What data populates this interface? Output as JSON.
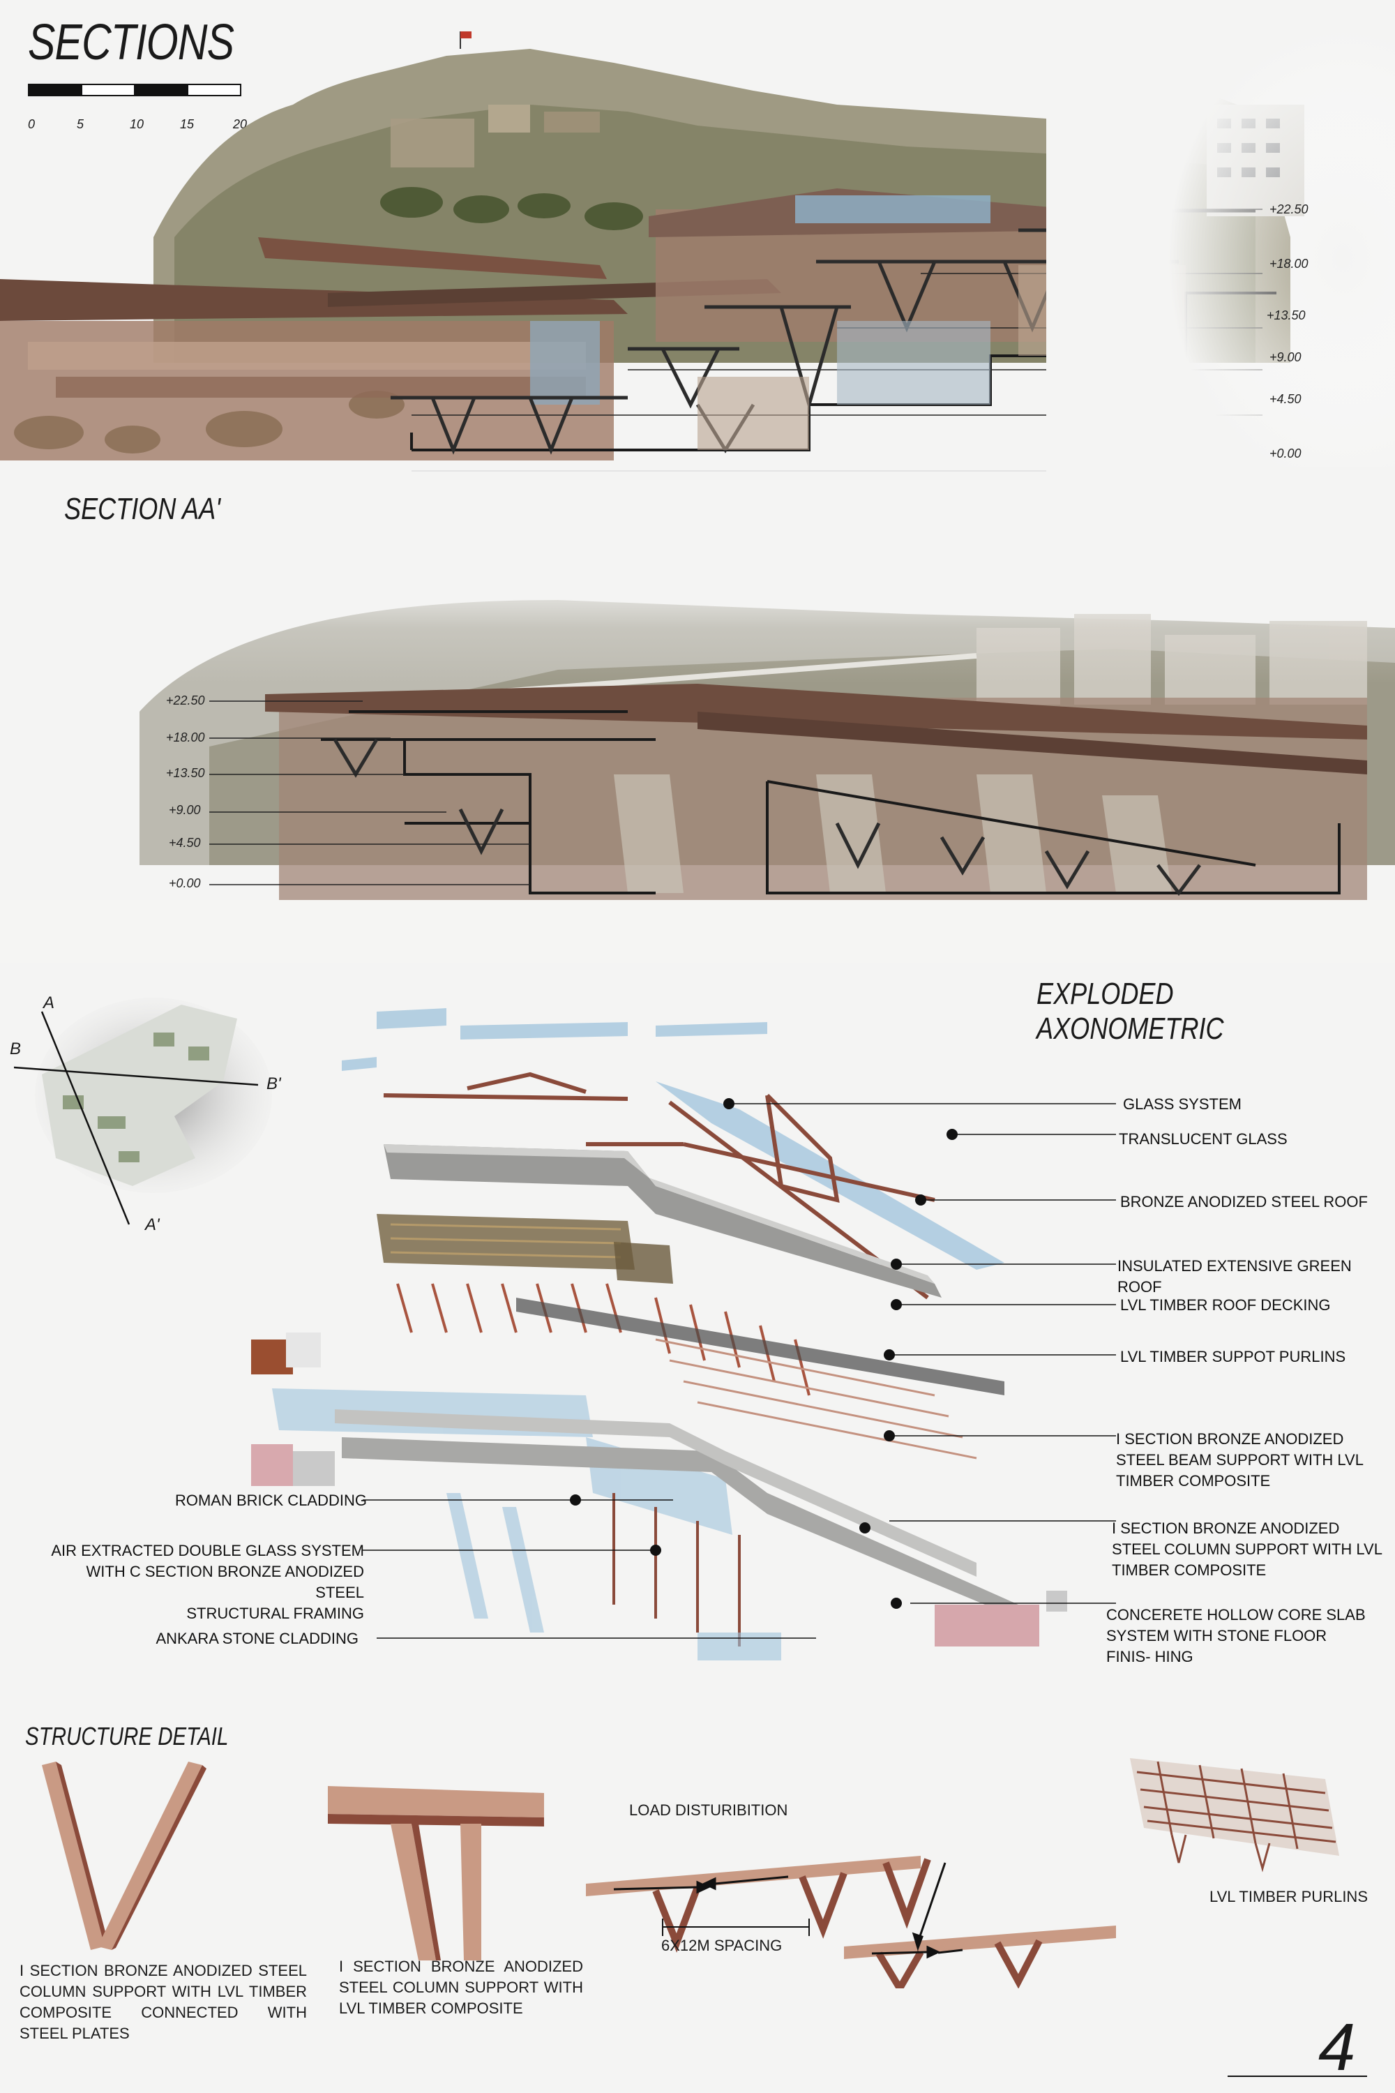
{
  "header": {
    "title": "SECTIONS",
    "scale_ticks": [
      "0",
      "5",
      "10",
      "15",
      "20"
    ]
  },
  "section_aa": {
    "title": "SECTION AA'",
    "levels": [
      "+22.50",
      "+18.00",
      "+13.50",
      "+9.00",
      "+4.50",
      "+0.00"
    ]
  },
  "section_bb": {
    "levels": [
      "+22.50",
      "+18.00",
      "+13.50",
      "+9.00",
      "+4.50",
      "+0.00"
    ]
  },
  "key_plan": {
    "labels": [
      "A",
      "B",
      "B'",
      "A'"
    ]
  },
  "exploded": {
    "title": "EXPLODED AXONOMETRIC",
    "right_callouts": [
      "GLASS SYSTEM",
      "TRANSLUCENT GLASS",
      "BRONZE ANODIZED STEEL ROOF",
      "INSULATED EXTENSIVE GREEN ROOF",
      "LVL TIMBER ROOF DECKING",
      "LVL TIMBER SUPPOT PURLINS",
      "I SECTION BRONZE ANODIZED STEEL BEAM SUPPORT WITH LVL TIMBER COMPOSITE",
      "I SECTION BRONZE ANODIZED STEEL COLUMN SUPPORT WITH LVL TIMBER COMPOSITE",
      "CONCERETE HOLLOW CORE SLAB SYSTEM WITH STONE FLOOR FINIS- HING"
    ],
    "left_callouts": [
      "ROMAN BRICK CLADDING",
      "AIR EXTRACTED DOUBLE GLASS SYSTEM WITH C SECTION BRONZE ANODIZED STEEL",
      "STRUCTURAL FRAMING",
      "ANKARA STONE CLADDING"
    ]
  },
  "structure_detail": {
    "title": "STRUCTURE DETAIL",
    "detail1": "I SECTION BRONZE ANODIZED STEEL COLUMN SUPPORT WITH LVL TIMBER COMPOSITE CONNECTED WITH STEEL PLATES",
    "detail2": "I SECTION BRONZE ANODIZED STEEL COLUMN SUPPORT WITH LVL TIMBER COMPOSITE",
    "load_title": "LOAD DISTURIBITION",
    "spacing": "6x12m SPACING",
    "purlins": "LVL TIMBER PURLINS"
  },
  "page_number": "4",
  "colors": {
    "bronze": "#8a4a3a",
    "steel": "#2b2b2b",
    "timber": "#c99a84",
    "glass": "#9fc3dc",
    "concrete": "#b9b9b9",
    "vegetation": "#6f7a4e"
  }
}
